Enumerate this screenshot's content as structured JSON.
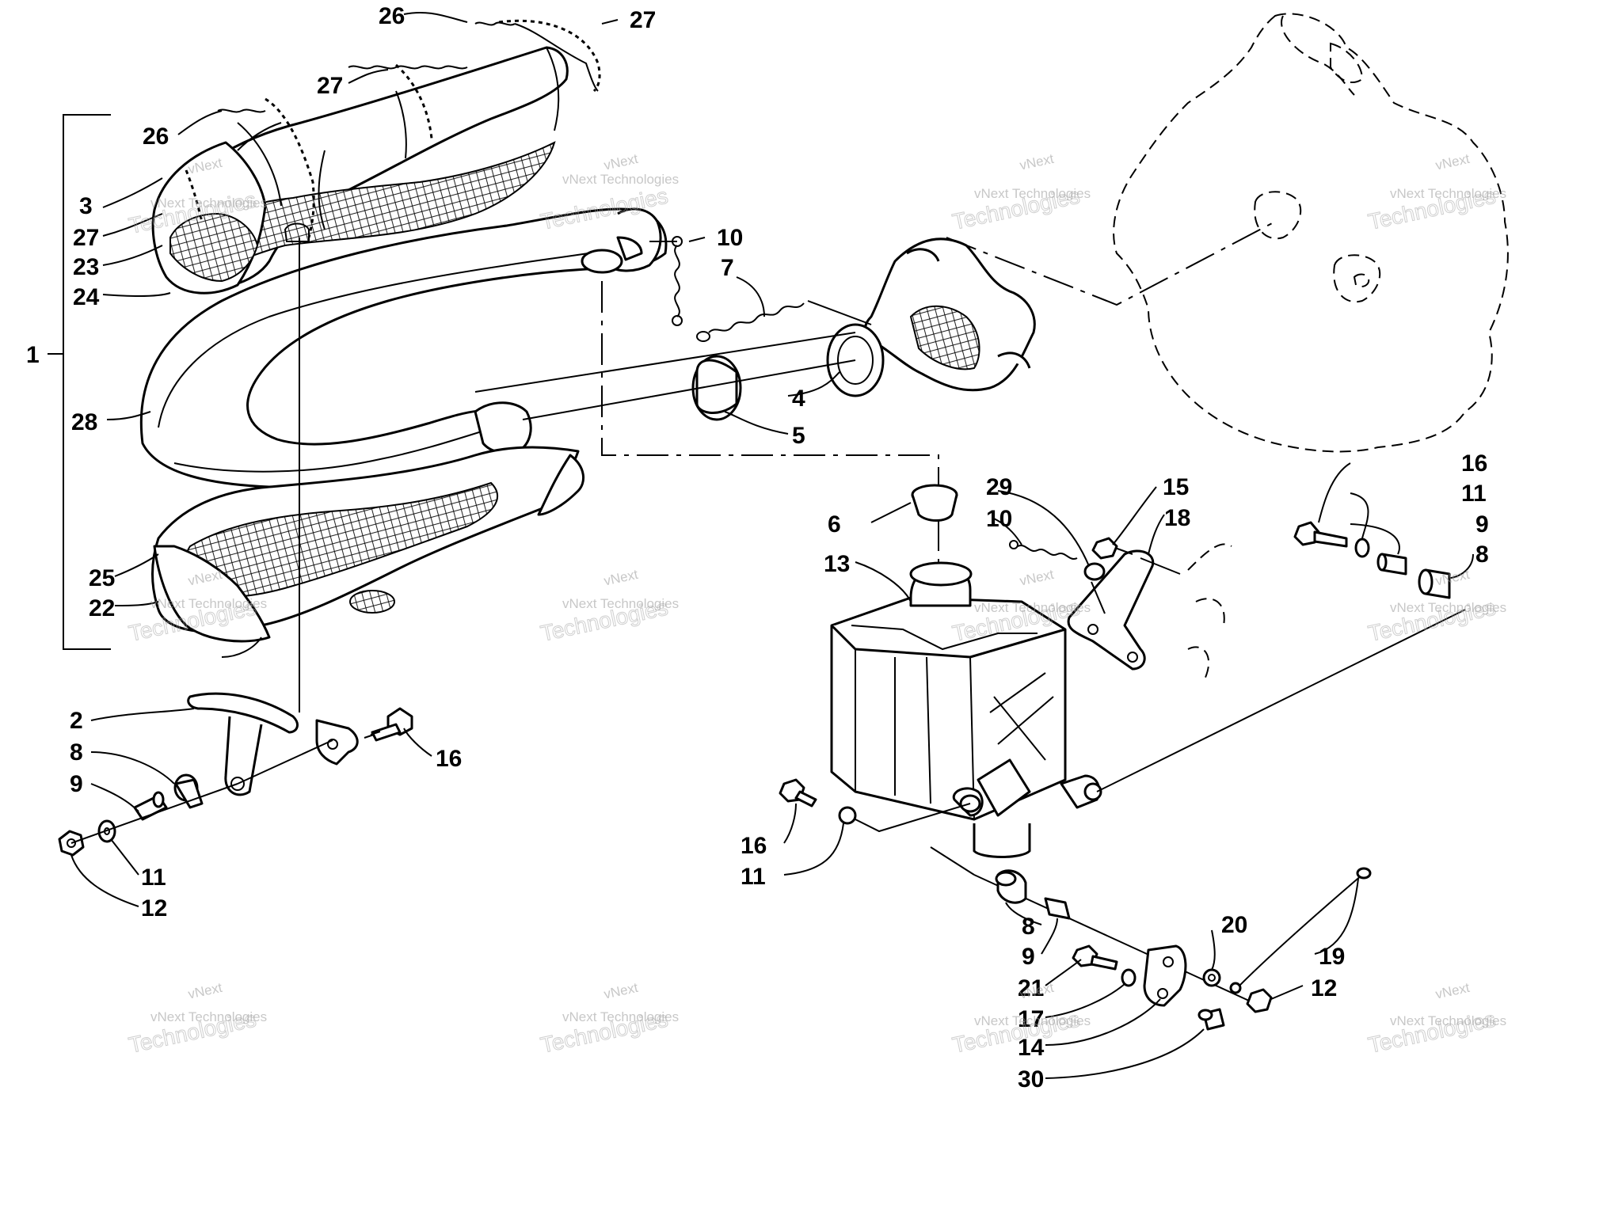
{
  "watermark": {
    "line1": "vNext",
    "line2": "vNext Technologies",
    "line3": "Technologies"
  },
  "callouts": [
    {
      "id": "c1",
      "text": "1"
    },
    {
      "id": "c2",
      "text": "2"
    },
    {
      "id": "c3",
      "text": "3"
    },
    {
      "id": "c4",
      "text": "4"
    },
    {
      "id": "c5",
      "text": "5"
    },
    {
      "id": "c6",
      "text": "6"
    },
    {
      "id": "c7",
      "text": "7"
    },
    {
      "id": "c8a",
      "text": "8"
    },
    {
      "id": "c8b",
      "text": "8"
    },
    {
      "id": "c8c",
      "text": "8"
    },
    {
      "id": "c9a",
      "text": "9"
    },
    {
      "id": "c9b",
      "text": "9"
    },
    {
      "id": "c9c",
      "text": "9"
    },
    {
      "id": "c10a",
      "text": "10"
    },
    {
      "id": "c10b",
      "text": "10"
    },
    {
      "id": "c11a",
      "text": "11"
    },
    {
      "id": "c11b",
      "text": "11"
    },
    {
      "id": "c11c",
      "text": "11"
    },
    {
      "id": "c12a",
      "text": "12"
    },
    {
      "id": "c12b",
      "text": "12"
    },
    {
      "id": "c13",
      "text": "13"
    },
    {
      "id": "c14",
      "text": "14"
    },
    {
      "id": "c15",
      "text": "15"
    },
    {
      "id": "c16a",
      "text": "16"
    },
    {
      "id": "c16b",
      "text": "16"
    },
    {
      "id": "c16c",
      "text": "16"
    },
    {
      "id": "c17",
      "text": "17"
    },
    {
      "id": "c18",
      "text": "18"
    },
    {
      "id": "c19",
      "text": "19"
    },
    {
      "id": "c20",
      "text": "20"
    },
    {
      "id": "c21",
      "text": "21"
    },
    {
      "id": "c22",
      "text": "22"
    },
    {
      "id": "c23",
      "text": "23"
    },
    {
      "id": "c24",
      "text": "24"
    },
    {
      "id": "c25",
      "text": "25"
    },
    {
      "id": "c26a",
      "text": "26"
    },
    {
      "id": "c26b",
      "text": "26"
    },
    {
      "id": "c27a",
      "text": "27"
    },
    {
      "id": "c27b",
      "text": "27"
    },
    {
      "id": "c27c",
      "text": "27"
    },
    {
      "id": "c28",
      "text": "28"
    },
    {
      "id": "c29",
      "text": "29"
    },
    {
      "id": "c30",
      "text": "30"
    }
  ]
}
